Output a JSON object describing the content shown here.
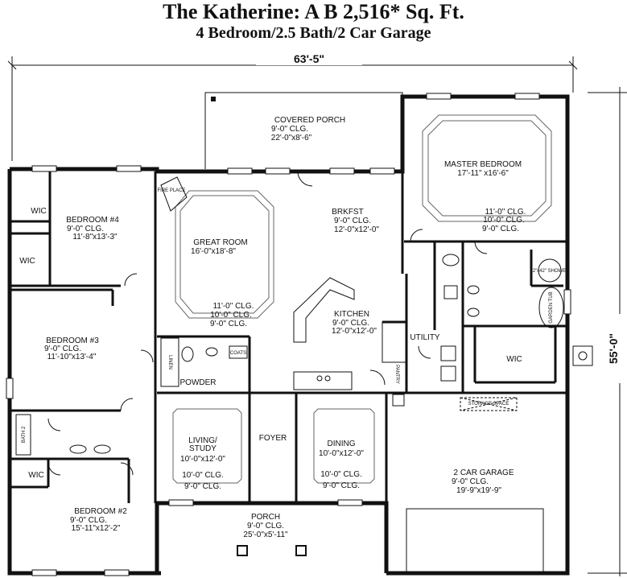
{
  "header": {
    "title": "The Katherine: A B  2,516* Sq. Ft.",
    "subtitle": "4 Bedroom/2.5 Bath/2 Car Garage"
  },
  "dimensions": {
    "width": "63'-5\"",
    "depth": "55'-0\""
  },
  "rooms": {
    "covered_porch": {
      "name": "COVERED PORCH",
      "line1": "9'-0\" CLG.",
      "line2": "22'-0\"x8'-6\""
    },
    "master_bedroom": {
      "name": "MASTER BEDROOM",
      "line1": "17'-11\" x16'-6\"",
      "clg1": "11'-0\" CLG.",
      "clg2": "10'-0\" CLG.",
      "clg3": "9'-0\" CLG."
    },
    "bedroom4": {
      "name": "BEDROOM #4",
      "line1": "9'-0\" CLG.",
      "line2": "11'-8\"x13'-3\""
    },
    "great_room": {
      "name": "GREAT ROOM",
      "line1": "16'-0\"x18'-8\"",
      "clg1": "11'-0\" CLG.",
      "clg2": "10'-0\" CLG.",
      "clg3": "9'-0\" CLG."
    },
    "brkfst": {
      "name": "BRKFST",
      "line1": "9'-0\" CLG.",
      "line2": "12'-0\"x12'-0\""
    },
    "kitchen": {
      "name": "KITCHEN",
      "line1": "9'-0\" CLG.",
      "line2": "12'-0\"x12'-0\""
    },
    "bedroom3": {
      "name": "BEDROOM #3",
      "line1": "9'-0\" CLG.",
      "line2": "11'-10\"x13'-4\""
    },
    "utility": {
      "name": "UTILITY"
    },
    "wic_master": {
      "name": "WIC"
    },
    "wic1": {
      "name": "WIC"
    },
    "wic2": {
      "name": "WIC"
    },
    "wic3": {
      "name": "WIC"
    },
    "powder": {
      "name": "POWDER"
    },
    "living": {
      "name1": "LIVING/",
      "name2": "STUDY",
      "line1": "10'-0\"x12'-0\"",
      "clg1": "10'-0\" CLG.",
      "clg2": "9'-0\" CLG."
    },
    "foyer": {
      "name": "FOYER"
    },
    "dining": {
      "name": "DINING",
      "line1": "10'-0\"x12'-0\"",
      "clg1": "10'-0\" CLG.",
      "clg2": "9'-0\" CLG."
    },
    "garage": {
      "name": "2 CAR GARAGE",
      "line1": "9'-0\" CLG.",
      "line2": "19'-9\"x19'-9\""
    },
    "bedroom2": {
      "name": "BEDROOM #2",
      "line1": "9'-0\" CLG.",
      "line2": "15'-11\"x12'-2\""
    },
    "porch": {
      "name": "PORCH",
      "line1": "9'-0\" CLG.",
      "line2": "25'-0\"x5'-11\""
    }
  },
  "fixtures": {
    "fireplace": "FIRE PLACE",
    "bath2": "BATH 2",
    "linen": "LINEN",
    "coats": "COATS",
    "pantry": "PANTRY",
    "garden_tub": "GARDEN TUB",
    "shower": "42\"x42\" SHOWER",
    "storage": "STORAGE SPACE"
  }
}
